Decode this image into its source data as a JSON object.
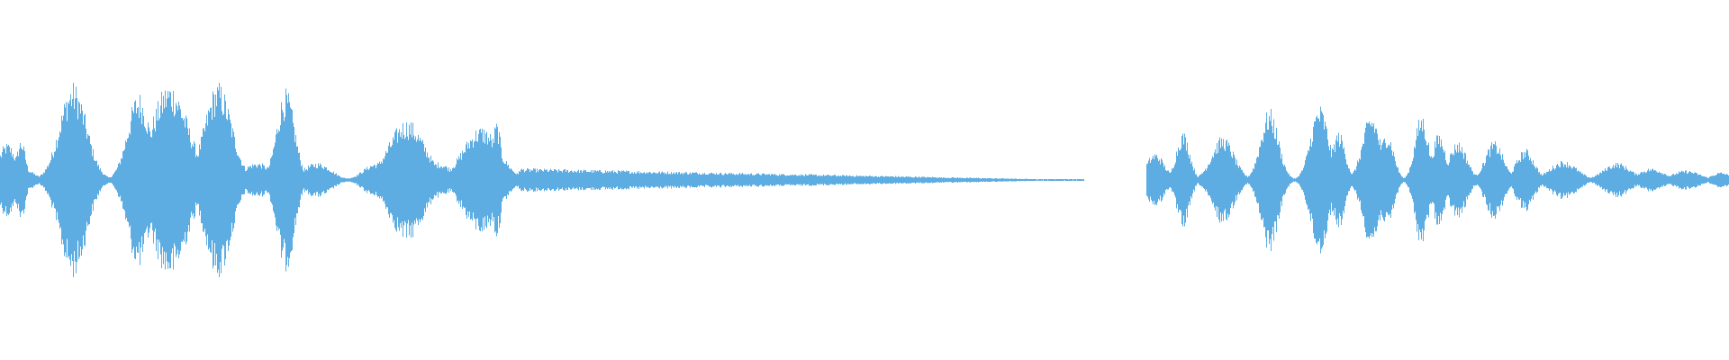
{
  "waveform": {
    "color": "#5dade2",
    "background": "#ffffff",
    "duration_fraction_silent": [
      0.627,
      0.663
    ],
    "envelope_peaks": [
      {
        "t": 0.004,
        "a": 0.38,
        "w": 0.004
      },
      {
        "t": 0.012,
        "a": 0.42,
        "w": 0.002
      },
      {
        "t": 0.042,
        "a": 1.0,
        "w": 0.006
      },
      {
        "t": 0.08,
        "a": 0.9,
        "w": 0.005
      },
      {
        "t": 0.098,
        "a": 1.0,
        "w": 0.008
      },
      {
        "t": 0.126,
        "a": 1.0,
        "w": 0.006
      },
      {
        "t": 0.165,
        "a": 0.93,
        "w": 0.004
      },
      {
        "t": 0.235,
        "a": 0.62,
        "w": 0.008
      },
      {
        "t": 0.278,
        "a": 0.55,
        "w": 0.008
      },
      {
        "t": 0.287,
        "a": 0.6,
        "w": 0.002
      },
      {
        "t": 0.668,
        "a": 0.28,
        "w": 0.004
      },
      {
        "t": 0.684,
        "a": 0.5,
        "w": 0.003
      },
      {
        "t": 0.707,
        "a": 0.45,
        "w": 0.005
      },
      {
        "t": 0.734,
        "a": 0.73,
        "w": 0.004
      },
      {
        "t": 0.763,
        "a": 0.77,
        "w": 0.004
      },
      {
        "t": 0.774,
        "a": 0.5,
        "w": 0.003
      },
      {
        "t": 0.793,
        "a": 0.68,
        "w": 0.004
      },
      {
        "t": 0.802,
        "a": 0.5,
        "w": 0.003
      },
      {
        "t": 0.822,
        "a": 0.68,
        "w": 0.003
      },
      {
        "t": 0.832,
        "a": 0.48,
        "w": 0.003
      },
      {
        "t": 0.843,
        "a": 0.4,
        "w": 0.004
      },
      {
        "t": 0.864,
        "a": 0.4,
        "w": 0.004
      },
      {
        "t": 0.882,
        "a": 0.32,
        "w": 0.004
      },
      {
        "t": 0.904,
        "a": 0.2,
        "w": 0.006
      },
      {
        "t": 0.935,
        "a": 0.18,
        "w": 0.006
      },
      {
        "t": 0.955,
        "a": 0.12,
        "w": 0.006
      },
      {
        "t": 0.975,
        "a": 0.1,
        "w": 0.006
      },
      {
        "t": 0.995,
        "a": 0.08,
        "w": 0.004
      }
    ]
  }
}
